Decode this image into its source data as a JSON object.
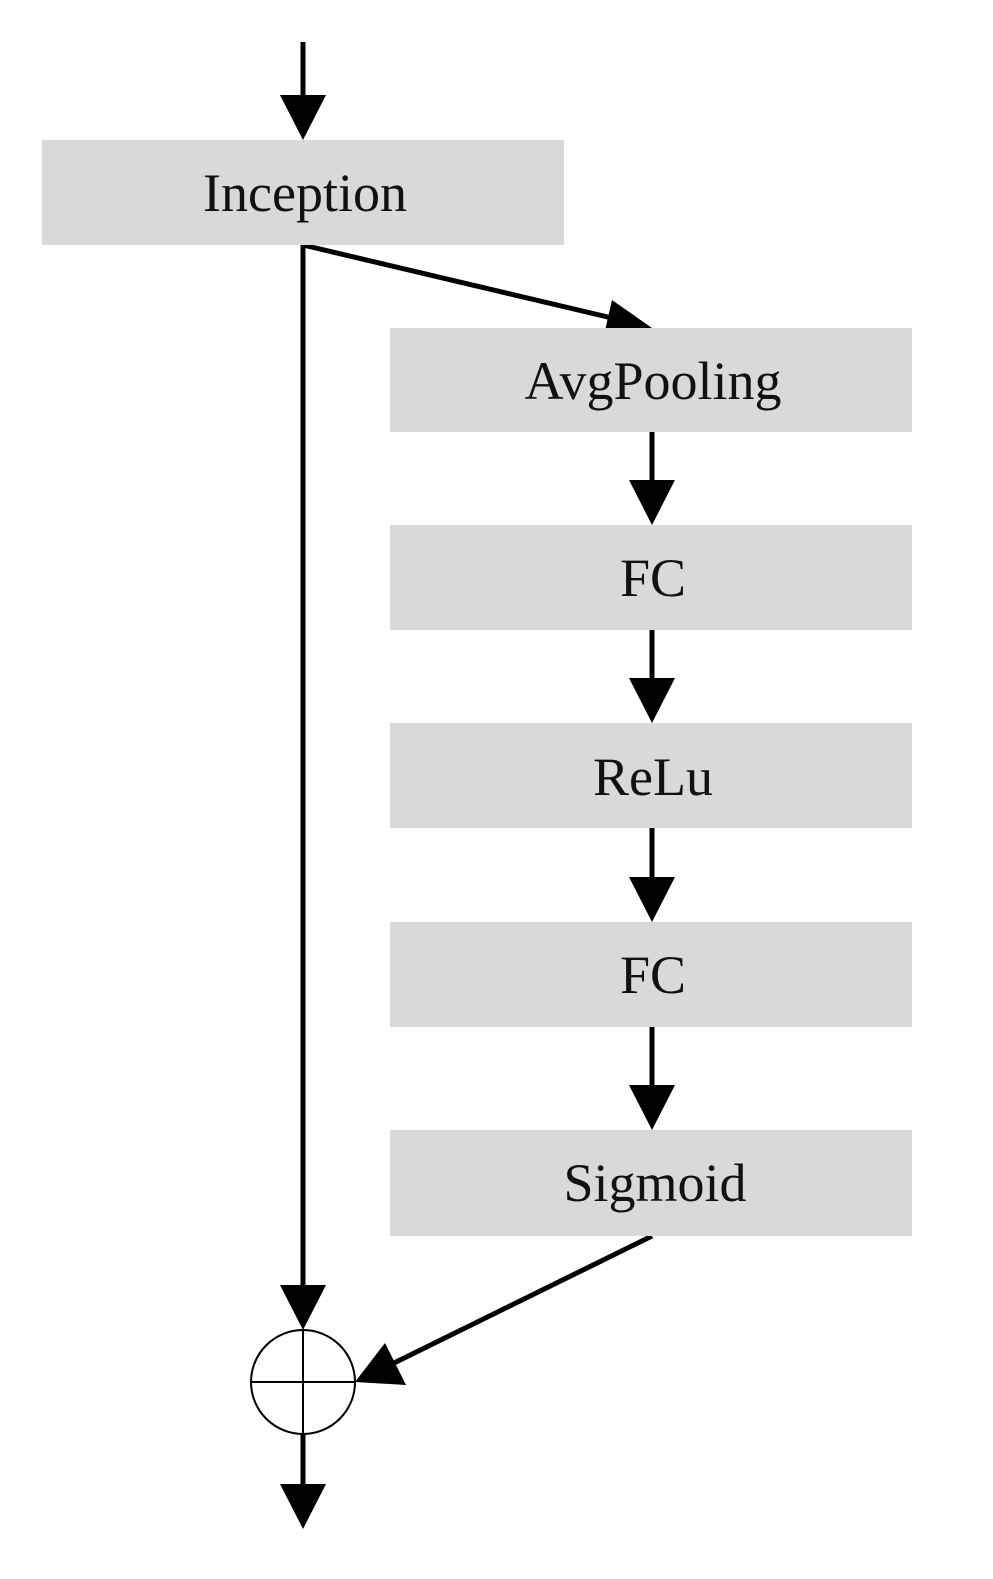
{
  "blocks": {
    "inception": "Inception",
    "avgpooling": "AvgPooling",
    "fc_1": "FC",
    "relu": "ReLu",
    "fc_2": "FC",
    "sigmoid": "Sigmoid"
  },
  "colors": {
    "block_fill": "#d9d9d9",
    "text": "#111111",
    "line": "#000000"
  },
  "icons": {
    "sum_node": "circled-plus-icon"
  }
}
